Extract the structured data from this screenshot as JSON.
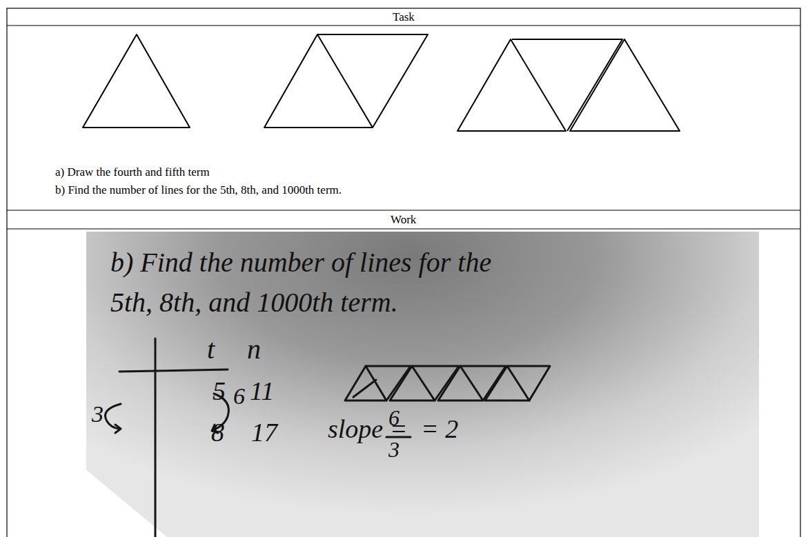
{
  "diagram": {
    "labels": [
      "Task",
      "a) Draw the fourth and fifth term",
      "b) Find the number of lines for the 5th, 8th, and 1000th term.",
      "Work",
      "b) Find the number of lines for the 5th, 8th, and 1000th term.",
      "t",
      "n",
      "5",
      "11",
      "8",
      "17",
      "3",
      "6",
      "slope =",
      "6",
      "3",
      "= 2"
    ]
  }
}
